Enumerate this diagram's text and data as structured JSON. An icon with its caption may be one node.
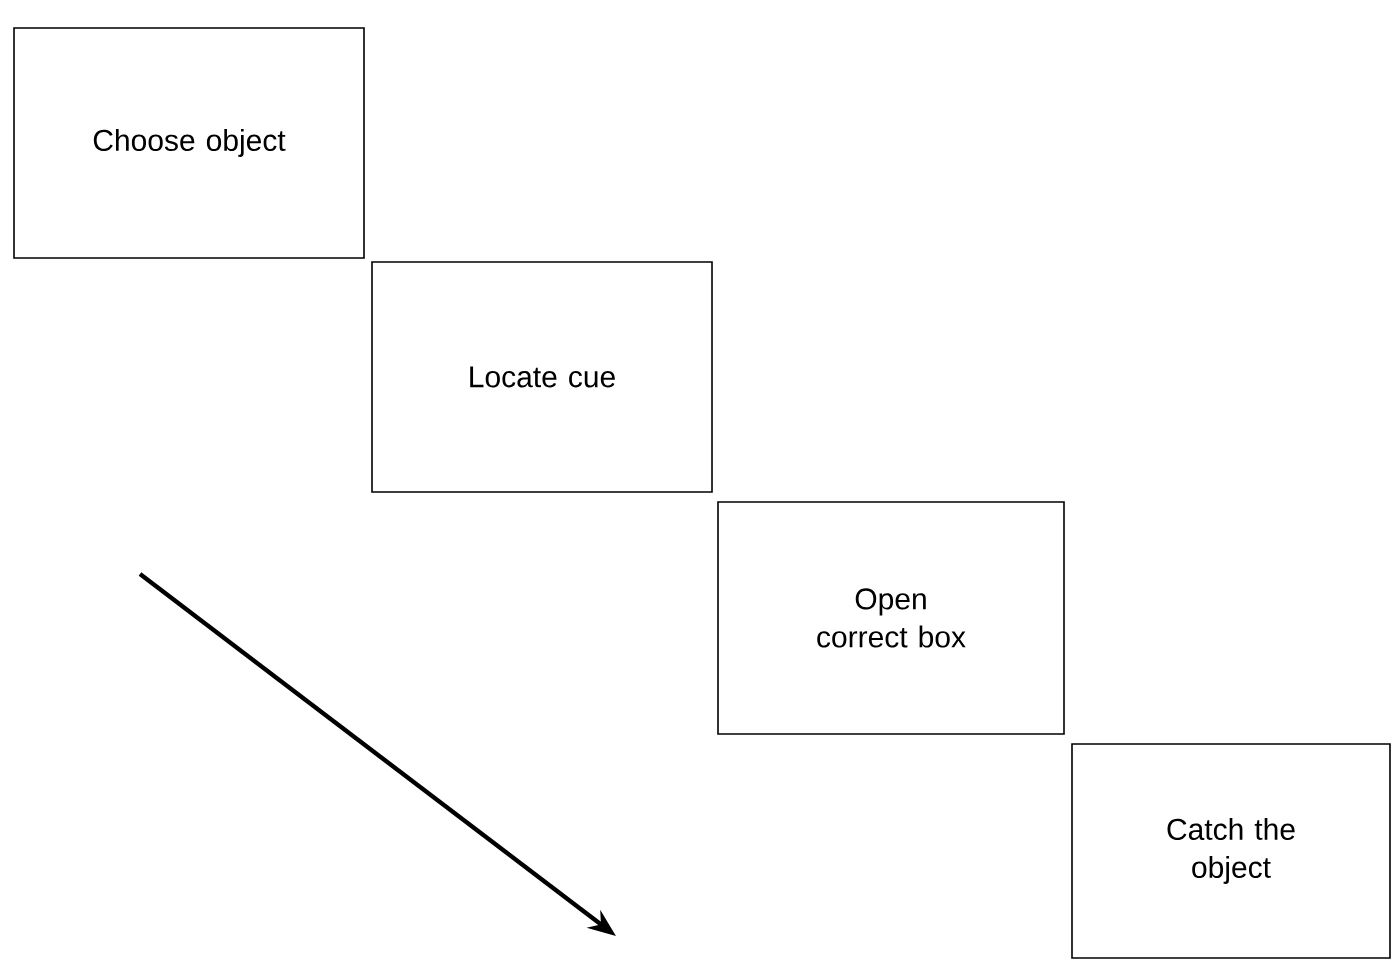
{
  "diagram": {
    "nodes": [
      {
        "text": [
          "Choose object"
        ]
      },
      {
        "text": [
          "Locate cue"
        ]
      },
      {
        "text": [
          "Open correct box"
        ]
      },
      {
        "text": [
          "Catch the object"
        ]
      }
    ]
  }
}
